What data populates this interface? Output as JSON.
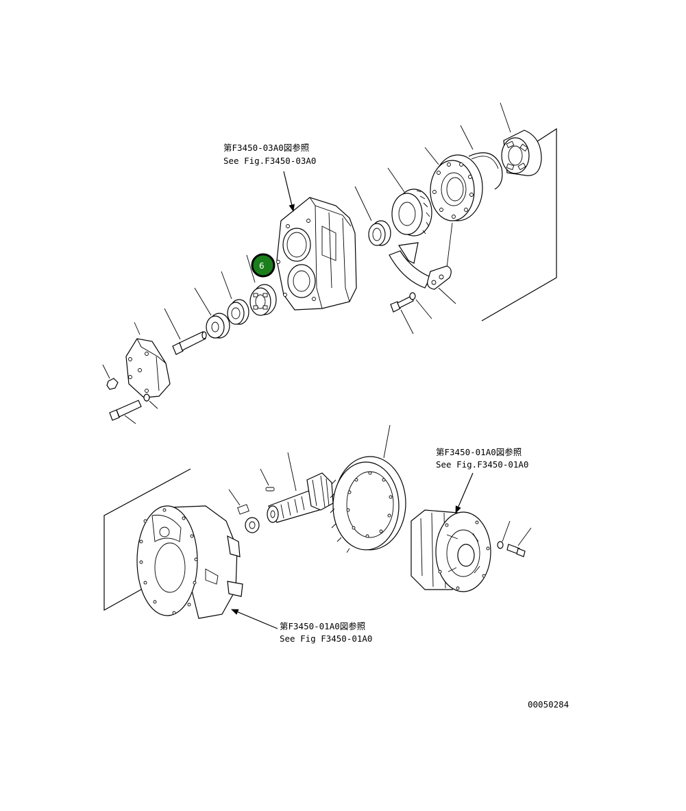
{
  "callouts": {
    "upper_ref": {
      "ja": "第F3450-03A0図参照",
      "en": "See Fig.F3450-03A0"
    },
    "right_ref": {
      "ja": "第F3450-01A0図参照",
      "en": "See Fig.F3450-01A0"
    },
    "lower_ref": {
      "ja": "第F3450-01A0図参照",
      "en": "See Fig F3450-01A0"
    }
  },
  "hotspot": {
    "label": "6",
    "color": "#1b7f1b"
  },
  "drawing_number": "00050284"
}
